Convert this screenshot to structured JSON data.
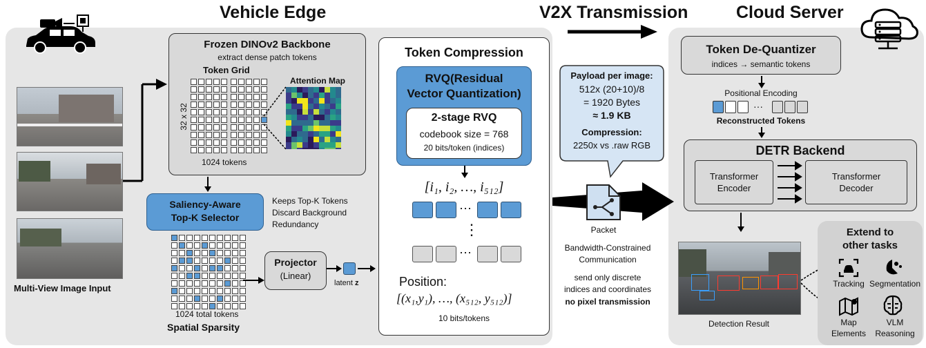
{
  "headers": {
    "vehicle_edge": "Vehicle Edge",
    "v2x": "V2X Transmission",
    "cloud": "Cloud Server"
  },
  "inputs": {
    "label": "Multi-View Image Input"
  },
  "backbone": {
    "title": "Frozen DINOv2 Backbone",
    "subtitle": "extract dense patch tokens",
    "grid_title": "Token Grid",
    "grid_dim": "32 x 32",
    "attention_title": "Attention Map",
    "tokens": "1024 tokens"
  },
  "selector": {
    "line1": "Saliency-Aware",
    "line2": "Top-K Selector",
    "note1": "Keeps Top-K Tokens",
    "note2": "Discard Background",
    "note3": "Redundancy",
    "total": "1024 total tokens",
    "sparsity": "Spatial Sparsity"
  },
  "projector": {
    "title": "Projector",
    "sub": "(Linear)",
    "latent": "latent",
    "latent_var": "z"
  },
  "compression": {
    "title": "Token Compression",
    "rvq_line1": "RVQ(Residual",
    "rvq_line2": "Vector Quantization)",
    "stage": "2-stage RVQ",
    "codebook": "codebook size = 768",
    "bits": "20 bits/token (indices)",
    "indices_formula": "[i₁, i₂, …, i₅₁₂]",
    "ellipsis": "⋯",
    "vdots": "⋮",
    "position_label": "Position:",
    "position_formula": "[(x₁,y₁), …, (x₅₁₂, y₅₁₂)]",
    "pos_bits": "10 bits/tokens"
  },
  "payload": {
    "title": "Payload per image:",
    "l1": "512x (20+10)/8",
    "l2": "= 1920 Bytes",
    "l3": "≈ 1.9 KB",
    "comp_title": "Compression:",
    "comp_value": "2250x vs .raw RGB"
  },
  "transmission": {
    "packet": "Packet",
    "c1": "Bandwidth-Constrained",
    "c2": "Communication",
    "c3": "send only discrete",
    "c4": "indices and coordinates",
    "c5": "no pixel transmission"
  },
  "cloud": {
    "dequant_title": "Token De-Quantizer",
    "dequant_sub": "indices → semantic tokens",
    "pos_enc": "Positional Encoding",
    "dots": "···",
    "recon": "Reconstructed Tokens",
    "detr": "DETR Backend",
    "enc1": "Transformer",
    "enc2": "Encoder",
    "dec1": "Transformer",
    "dec2": "Decoder",
    "detection": "Detection Result"
  },
  "extend": {
    "title1": "Extend to",
    "title2": "other tasks",
    "tracking": "Tracking",
    "segmentation": "Segmentation",
    "map1": "Map",
    "map2": "Elements",
    "vlm1": "VLM",
    "vlm2": "Reasoning"
  },
  "colors": {
    "accent_blue": "#5b9bd5",
    "panel_gray": "#e6e6e6",
    "token_gray": "#d9d9d9"
  }
}
